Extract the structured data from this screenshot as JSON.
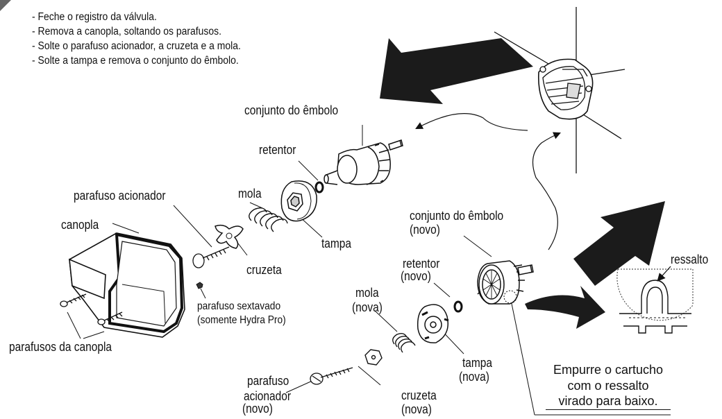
{
  "instructions": [
    "Feche o registro da válvula.",
    "Remova a canopla, soltando os parafusos.",
    "Solte o parafuso acionador, a cruzeta e a mola.",
    "Solte a tampa e remova o conjunto do êmbolo."
  ],
  "labels": {
    "conjunto_embolo": "conjunto do êmbolo",
    "retentor": "retentor",
    "mola": "mola",
    "parafuso_acionador": "parafuso acionador",
    "canopla": "canopla",
    "tampa": "tampa",
    "cruzeta": "cruzeta",
    "parafuso_sextavado_1": "parafuso sextavado",
    "parafuso_sextavado_2": "(somente Hydra Pro)",
    "parafusos_canopla": "parafusos da canopla",
    "conjunto_embolo_novo_1": "conjunto do êmbolo",
    "conjunto_embolo_novo_2": "(novo)",
    "retentor_novo_1": "retentor",
    "retentor_novo_2": "(novo)",
    "mola_nova_1": "mola",
    "mola_nova_2": "(nova)",
    "tampa_nova_1": "tampa",
    "tampa_nova_2": "(nova)",
    "parafuso_acionador_novo_1": "parafuso",
    "parafuso_acionador_novo_2": "acionador",
    "parafuso_acionador_novo_3": "(novo)",
    "cruzeta_nova_1": "cruzeta",
    "cruzeta_nova_2": "(nova)",
    "ressalto": "ressalto"
  },
  "note": [
    "Empurre o cartucho",
    "com o ressalto",
    "virado para baixo."
  ],
  "colors": {
    "ink": "#111111",
    "arrow": "#1a1a1a",
    "frame": "#3a3a3a",
    "zoom_border": "#555555"
  }
}
